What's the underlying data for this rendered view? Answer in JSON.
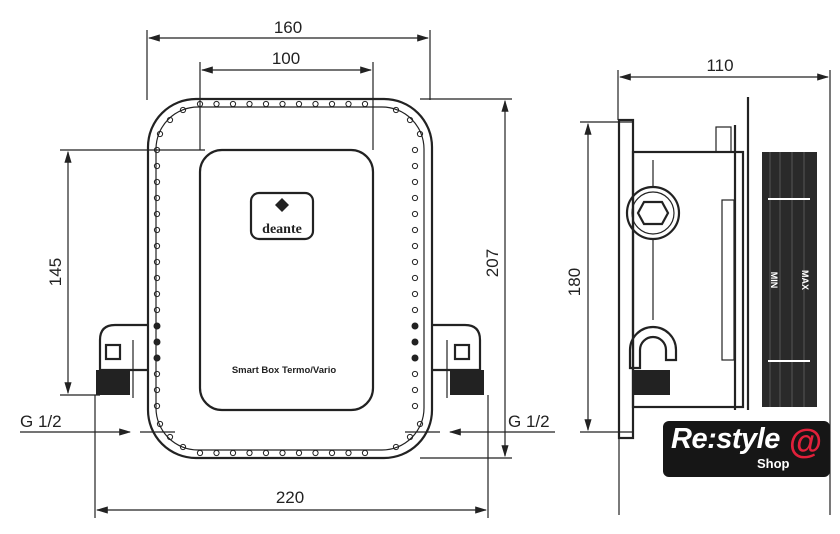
{
  "dimensions": {
    "width_outer": "160",
    "width_inner": "100",
    "height_outer": "207",
    "height_inner": "145",
    "thread_left": "G 1/2",
    "thread_right": "G 1/2",
    "width_total": "220",
    "depth": "110",
    "side_height": "180"
  },
  "product": {
    "brand_logo": "deante",
    "label": "Smart Box Termo/Vario",
    "min_mark": "MIN",
    "max_mark": "MAX"
  },
  "watermark": {
    "text": "Re:style",
    "sub": "Shop",
    "at": "@",
    "accent": "#e0203a"
  }
}
